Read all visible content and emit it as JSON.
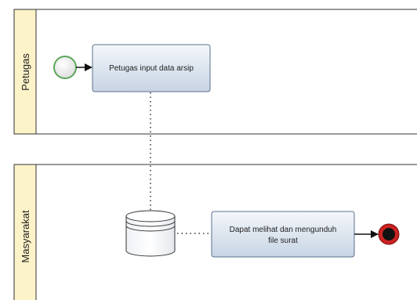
{
  "pools": [
    {
      "label": "Petugas"
    },
    {
      "label": "Masyarakat"
    }
  ],
  "tasks": [
    {
      "label": "Petugas input data arsip"
    },
    {
      "label_line1": "Dapat melihat dan mengunduh",
      "label_line2": "file surat"
    }
  ],
  "colors": {
    "lane_header": "#fdf3c8",
    "task_fill_top": "#f2f6fb",
    "task_fill_bottom": "#c9d6e6",
    "task_border": "#5b6f8c",
    "start_event": "#5aa85a",
    "end_event": "#cc2222",
    "line": "#222222"
  },
  "elements": {
    "start_event": "start-event-icon",
    "end_event": "end-event-icon",
    "data_store": "data-store-icon"
  }
}
